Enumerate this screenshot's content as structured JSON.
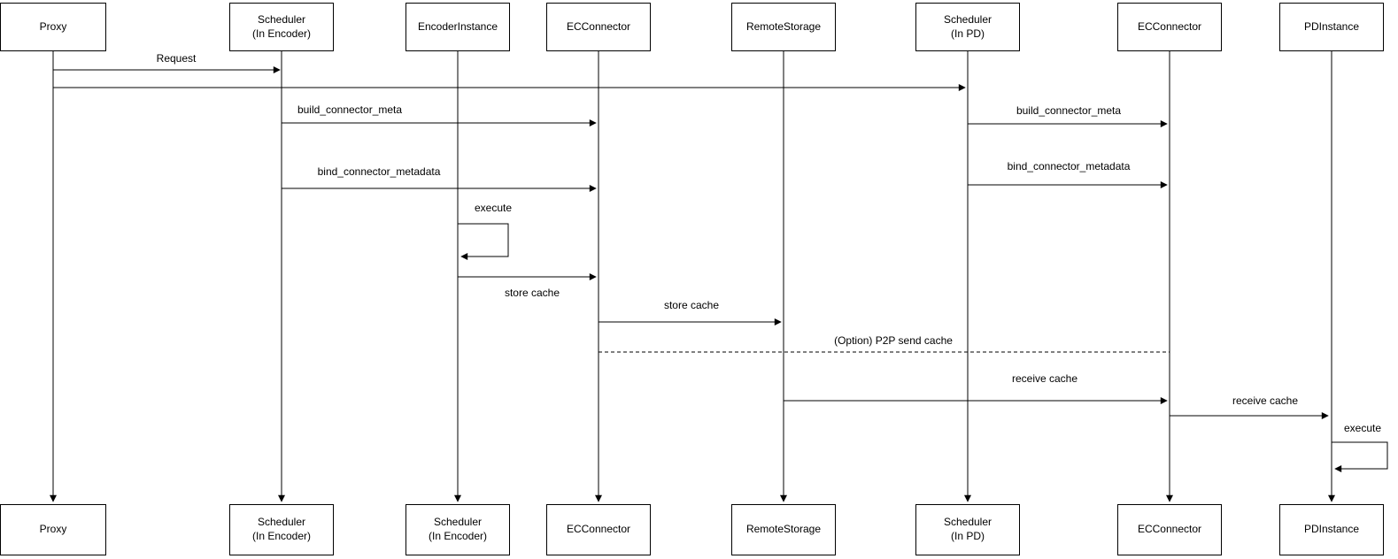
{
  "diagram": {
    "type": "sequence-diagram",
    "background_color": "#ffffff",
    "line_color": "#000000",
    "box_fill": "#ffffff",
    "box_border": "#000000",
    "actors_top": [
      "Proxy",
      "Scheduler\n(In Encoder)",
      "EncoderInstance",
      "ECConnector",
      "RemoteStorage",
      "Scheduler\n(In PD)",
      "ECConnector",
      "PDInstance"
    ],
    "actors_bottom": [
      "Proxy",
      "Scheduler\n(In Encoder)",
      "Scheduler\n(In Encoder)",
      "ECConnector",
      "RemoteStorage",
      "Scheduler\n(In PD)",
      "ECConnector",
      "PDInstance"
    ],
    "messages": [
      {
        "label": "Request",
        "from": "Proxy",
        "to": "Scheduler (In Encoder)",
        "style": "solid-arrow"
      },
      {
        "label": "",
        "from": "Proxy",
        "to": "Scheduler (In PD)",
        "style": "solid-arrow"
      },
      {
        "label": "build_connector_meta",
        "from": "Scheduler (In Encoder)",
        "to": "ECConnector",
        "style": "solid-arrow"
      },
      {
        "label": "build_connector_meta",
        "from": "Scheduler (In PD)",
        "to": "ECConnector",
        "style": "solid-arrow"
      },
      {
        "label": "bind_connector_metadata",
        "from": "Scheduler (In Encoder)",
        "to": "ECConnector",
        "style": "solid-arrow"
      },
      {
        "label": "bind_connector_metadata",
        "from": "Scheduler (In PD)",
        "to": "ECConnector",
        "style": "solid-arrow"
      },
      {
        "label": "execute",
        "from": "EncoderInstance",
        "to": "EncoderInstance",
        "style": "self-loop"
      },
      {
        "label": "store cache",
        "from": "EncoderInstance",
        "to": "ECConnector",
        "style": "solid-arrow"
      },
      {
        "label": "store cache",
        "from": "ECConnector",
        "to": "RemoteStorage",
        "style": "solid-arrow"
      },
      {
        "label": "(Option) P2P send cache",
        "from": "ECConnector",
        "to": "ECConnector",
        "style": "dashed-line"
      },
      {
        "label": "receive cache",
        "from": "RemoteStorage",
        "to": "ECConnector",
        "style": "solid-arrow"
      },
      {
        "label": "receive cache",
        "from": "ECConnector",
        "to": "PDInstance",
        "style": "solid-arrow"
      },
      {
        "label": "execute",
        "from": "PDInstance",
        "to": "PDInstance",
        "style": "self-loop"
      }
    ]
  }
}
